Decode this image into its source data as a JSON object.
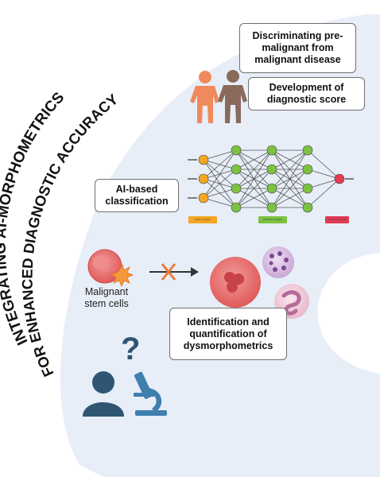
{
  "title": {
    "line1": "INTEGRATING AI-MORPHOMETRICS",
    "line2": "FOR ENHANCED DIAGNOSTIC ACCURACY"
  },
  "boxes": {
    "discriminating": "Discriminating pre-\nmalignant from\nmalignant disease",
    "development": "Development of\ndiagnostic score",
    "ai_classification": "AI-based\nclassification",
    "identification": "Identification and\nquantification of\ndysmorphometrics"
  },
  "labels": {
    "malignant_stem_cells": "Malignant\nstem cells"
  },
  "network": {
    "layers": [
      3,
      4,
      4,
      4,
      1
    ],
    "legend": [
      "INPUT LAYER",
      "HIDDEN LAYERS",
      "OUTPUT LAYER"
    ]
  },
  "colors": {
    "panel": "#e7eef8",
    "input_node": "#f5a623",
    "hidden_node": "#7cc242",
    "output_node": "#e23a55",
    "legend_input": "#f5a623",
    "legend_hidden": "#7cc242",
    "legend_output": "#e23a55",
    "person_1": "#f08a5d",
    "person_2": "#8a6a5c",
    "researcher": "#2f5573",
    "microscope": "#3f7fae"
  },
  "icons": [
    "people-icon",
    "neural-network-icon",
    "stem-cell-icon",
    "blocked-arrow-icon",
    "blood-cells-icon",
    "researcher-question-icon",
    "microscope-icon"
  ]
}
